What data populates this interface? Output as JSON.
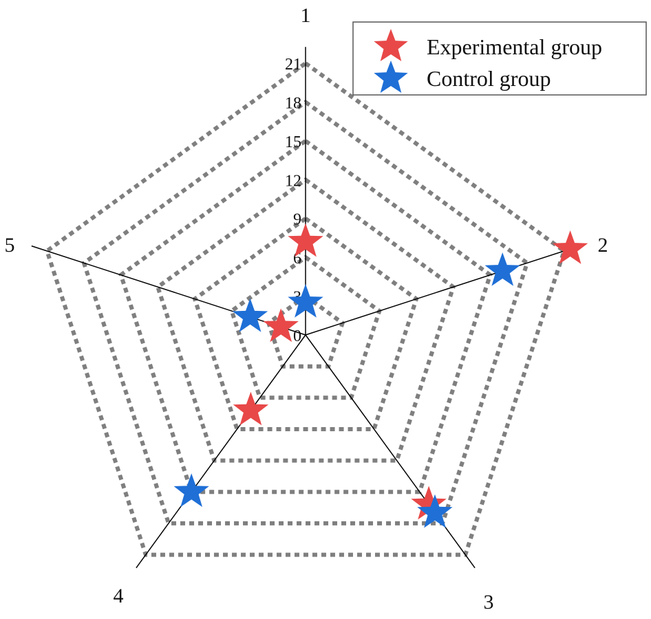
{
  "chart_data": {
    "type": "scatter",
    "subtype": "radar",
    "axes": [
      "1",
      "2",
      "3",
      "4",
      "5"
    ],
    "range": [
      0,
      21
    ],
    "ticks": [
      "0",
      "3",
      "6",
      "9",
      "12",
      "15",
      "18",
      "21"
    ],
    "grid": true,
    "grid_style": "dotted",
    "legend_position": "top-right",
    "series": [
      {
        "name": "Experimental group",
        "color": "#e84848",
        "marker": "star",
        "values": [
          7.2,
          21.5,
          16.2,
          7.2,
          2.0
        ]
      },
      {
        "name": "Control group",
        "color": "#1f6fd6",
        "marker": "star",
        "values": [
          2.5,
          16.0,
          17.0,
          15.0,
          4.5
        ]
      }
    ],
    "grid_color": "#7f7f7f",
    "axis_color": "#000000"
  }
}
